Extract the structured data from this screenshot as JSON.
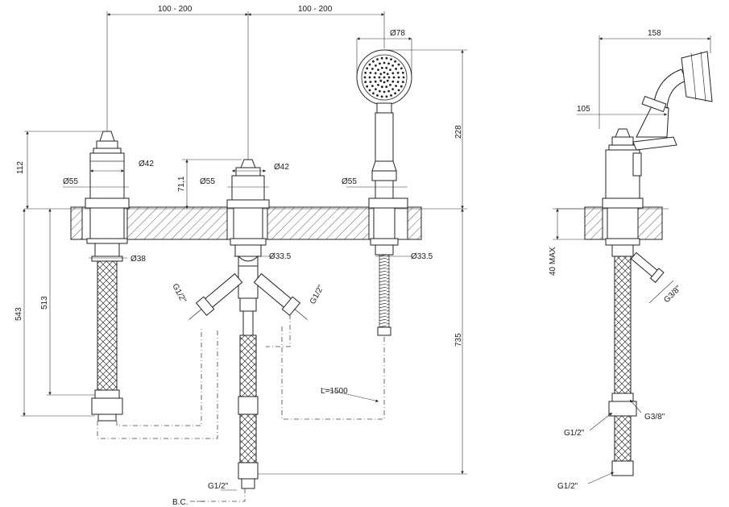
{
  "dimensions": {
    "span_left": "100 - 200",
    "span_right": "100 - 200",
    "handshower_dia": "Ø78",
    "height_112": "112",
    "dia42_left": "Ø42",
    "dia55_left": "Ø55",
    "height_71": "71,1",
    "dia42_center": "Ø42",
    "dia55_center": "Ø55",
    "dia55_right": "Ø55",
    "height_228": "228",
    "dia38": "Ø38",
    "dia33_center": "Ø33.5",
    "dia33_right": "Ø33.5",
    "g12_left": "G1/2\"",
    "g12_right": "G1/2\"",
    "height_543": "543",
    "height_513": "513",
    "height_735": "735",
    "hose_length": "L=1500",
    "g12_bottom": "G1/2\"",
    "bc_label": "B.C.",
    "side_158": "158",
    "side_105": "105",
    "side_40max": "40 MAX",
    "side_g38": "G3/8\"",
    "side_g38_lower": "G3/8\"",
    "side_g12_mid": "G1/2\"",
    "side_g12_bottom": "G1/2\""
  }
}
